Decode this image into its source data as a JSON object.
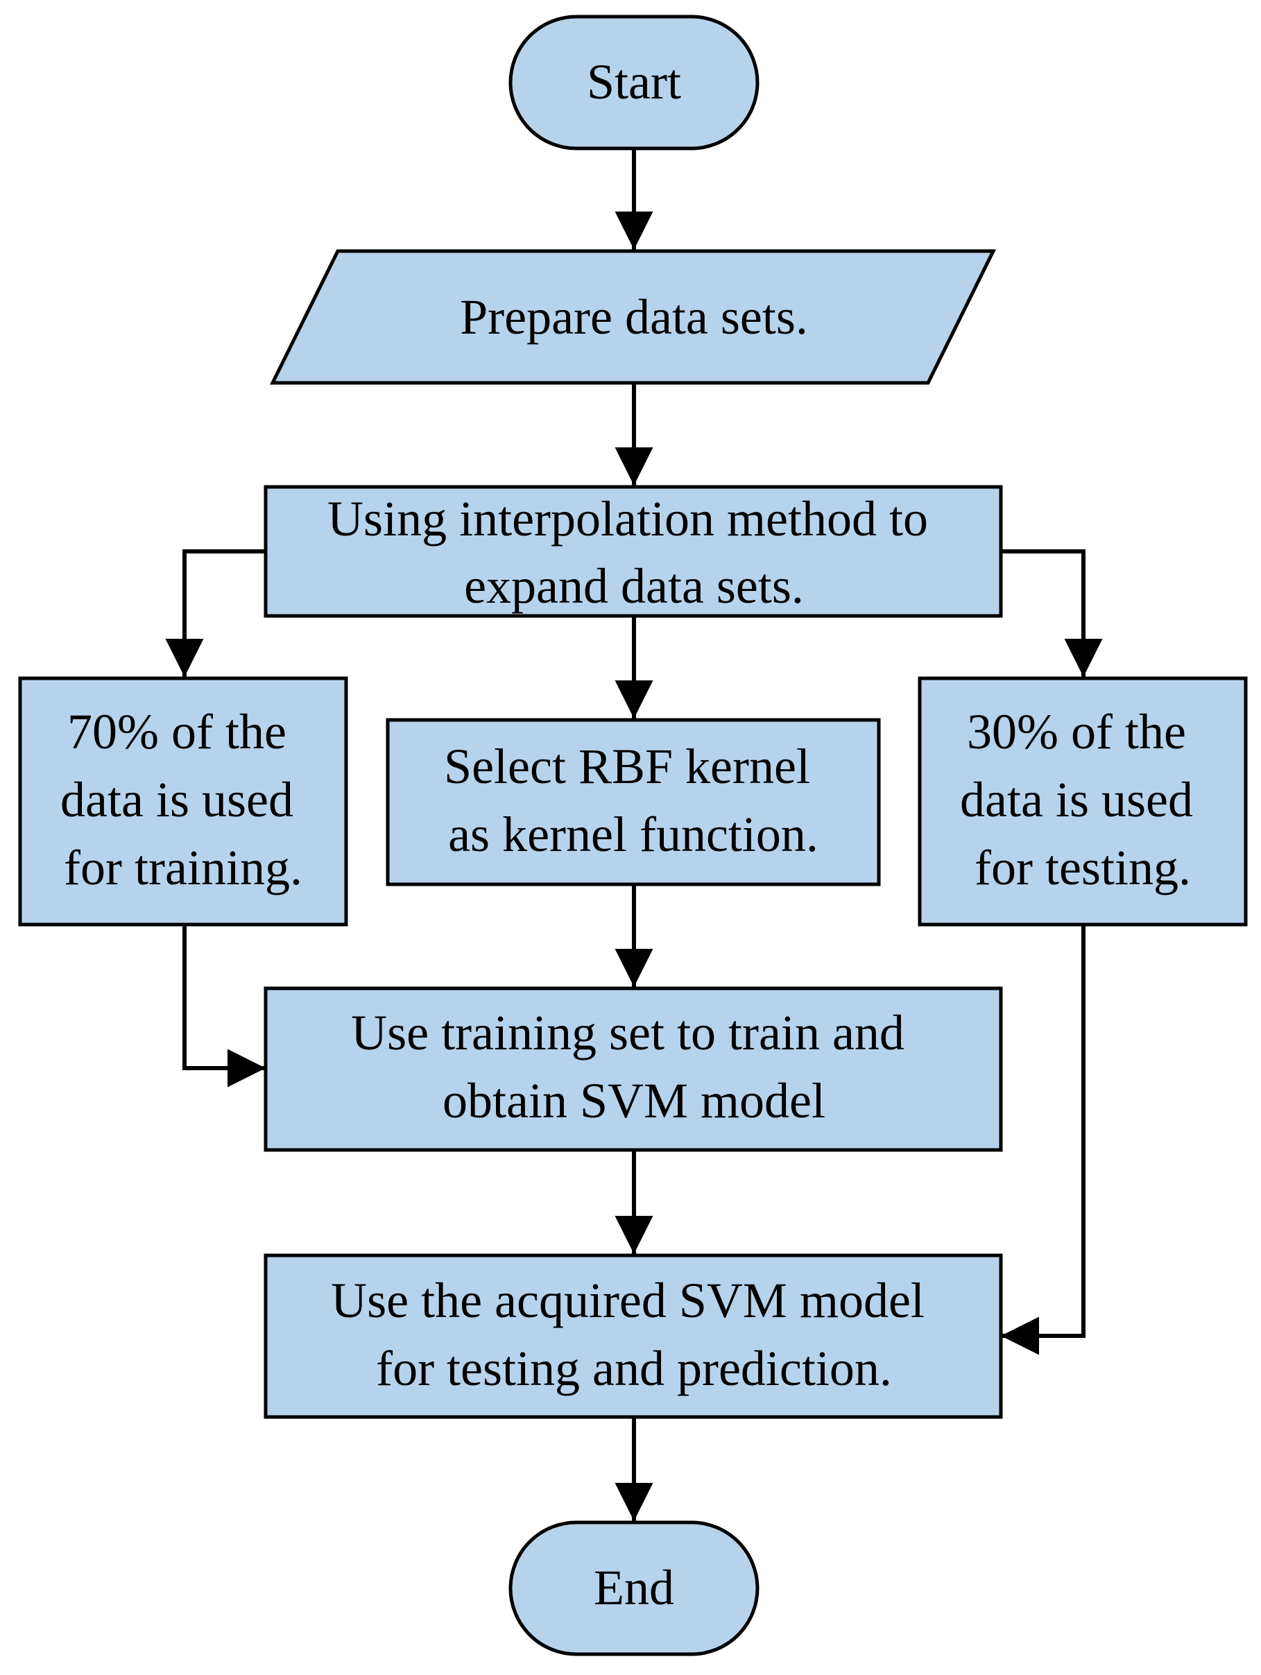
{
  "colors": {
    "node_fill": "#b7d3ec",
    "stroke": "#000000",
    "background": "#ffffff"
  },
  "nodes": {
    "start": {
      "lines": [
        "Start"
      ]
    },
    "prepare": {
      "lines": [
        "Prepare data sets."
      ]
    },
    "interpolate": {
      "lines": [
        "Using interpolation method to",
        "expand data sets."
      ]
    },
    "train_split": {
      "lines": [
        "70% of the",
        "data is used",
        "for training."
      ]
    },
    "kernel": {
      "lines": [
        "Select RBF kernel",
        "as kernel function."
      ]
    },
    "test_split": {
      "lines": [
        "30% of the",
        "data is used",
        "for testing."
      ]
    },
    "train_model": {
      "lines": [
        "Use training set to train and",
        "obtain SVM model"
      ]
    },
    "predict": {
      "lines": [
        "Use the acquired SVM model",
        "for testing and prediction."
      ]
    },
    "end": {
      "lines": [
        "End"
      ]
    }
  }
}
